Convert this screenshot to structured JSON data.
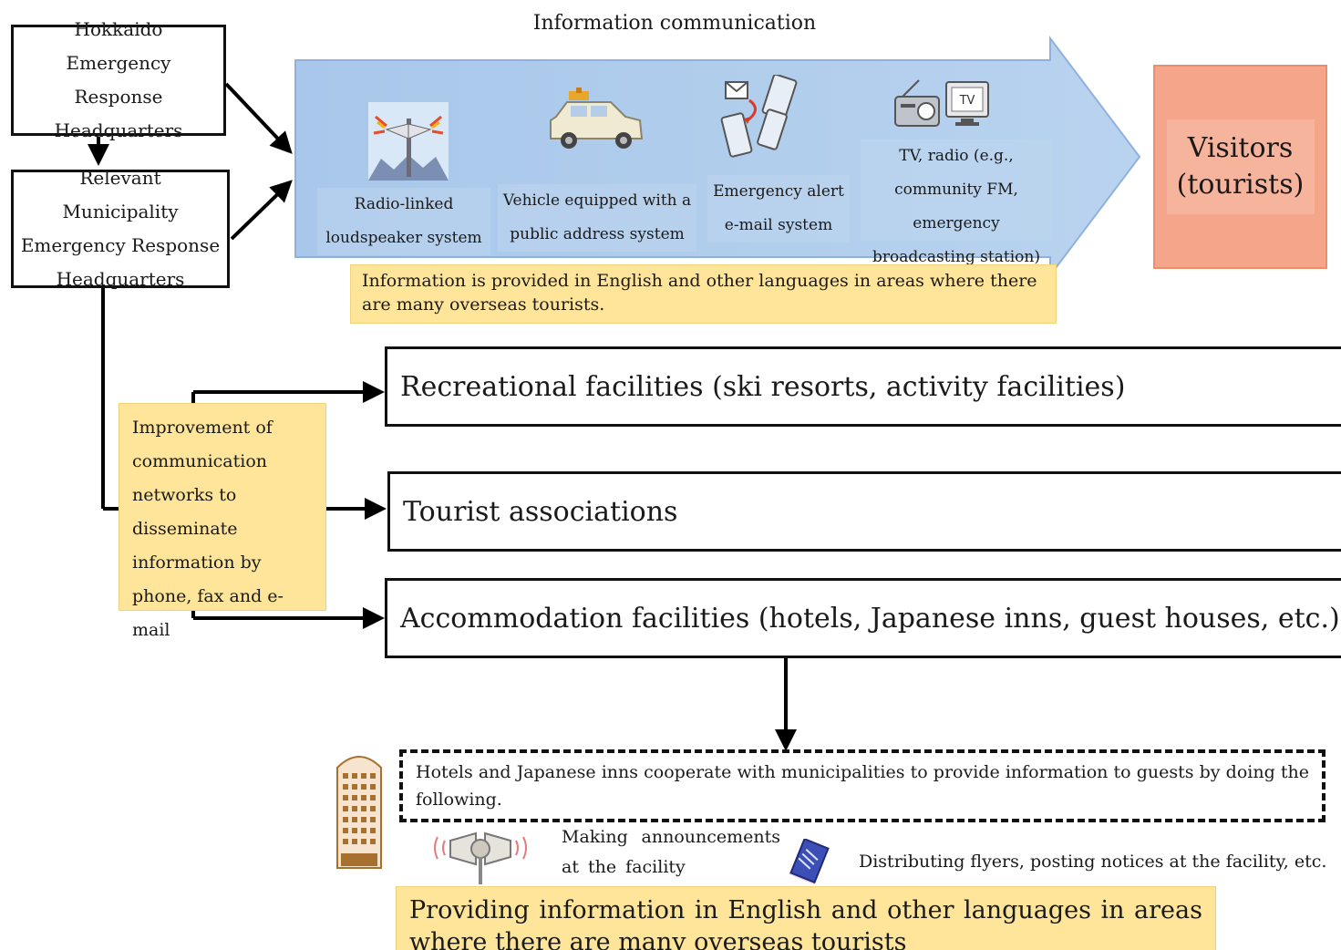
{
  "header": {
    "title": "Information communication"
  },
  "hq": {
    "hokkaido": "Hokkaido Emergency Response Headquarters",
    "municipality": "Relevant Municipality Emergency Response Headquarters"
  },
  "channels": [
    {
      "label": "Radio-linked loudspeaker system",
      "icon": "loudspeaker-tower-icon"
    },
    {
      "label": "Vehicle equipped with a public address system",
      "icon": "pa-vehicle-icon"
    },
    {
      "label": "Emergency alert e-mail system",
      "icon": "mobile-email-icon"
    },
    {
      "label": "TV, radio (e.g., community FM, emergency broadcasting station)",
      "icon": "tv-radio-icon"
    }
  ],
  "visitors": {
    "label": "Visitors (tourists)"
  },
  "notes": {
    "languages": "Information is provided in English and other languages in areas where there are many overseas tourists.",
    "network": "Improvement of communication networks to disseminate information by phone, fax and e-mail"
  },
  "facilities": [
    "Recreational facilities (ski resorts, activity facilities)",
    "Tourist associations",
    "Accommodation facilities (hotels, Japanese inns, guest houses, etc.)"
  ],
  "hotel": {
    "cooperation": "Hotels and Japanese inns cooperate with municipalities to provide information to guests by doing the following.",
    "announcements": "Making announcements at the facility",
    "flyers": "Distributing flyers, posting notices at the facility, etc.",
    "multilingual": "Providing information in English and other languages in areas where there are many overseas tourists"
  },
  "colors": {
    "arrow_fill": "#a7c6e9",
    "visitors_fill": "#f4a58a",
    "note_fill": "#ffe599"
  }
}
